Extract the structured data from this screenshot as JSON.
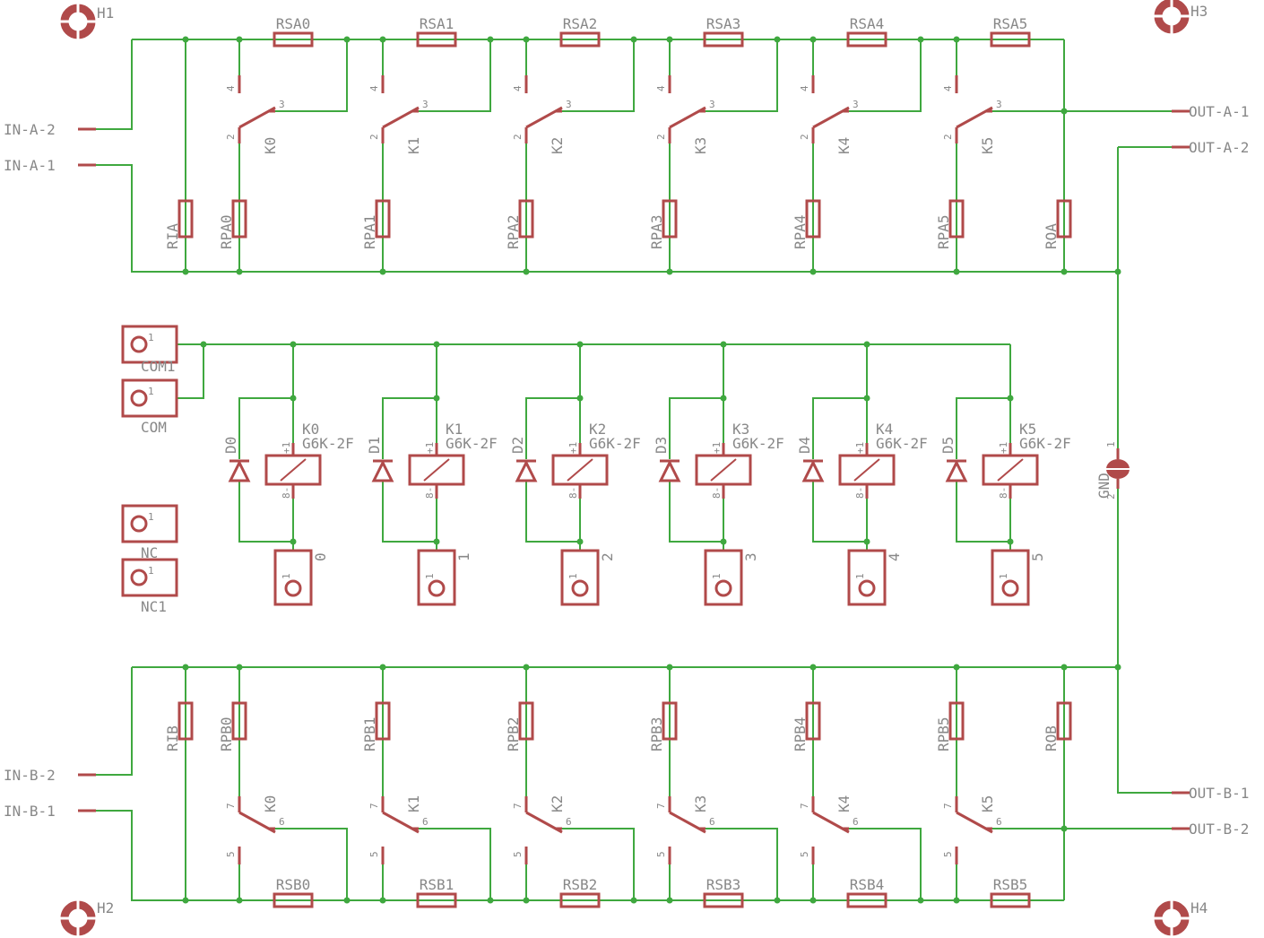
{
  "colors": {
    "wire": "#3fa83f",
    "part": "#b04a4a",
    "text": "#888888",
    "background": "#ffffff"
  },
  "mounting_holes": [
    "H1",
    "H2",
    "H3",
    "H4"
  ],
  "channel_a": {
    "series_resistors": [
      "RSA0",
      "RSA1",
      "RSA2",
      "RSA3",
      "RSA4",
      "RSA5"
    ],
    "parallel_resistors": [
      "RPA0",
      "RPA1",
      "RPA2",
      "RPA3",
      "RPA4",
      "RPA5"
    ],
    "relay_contacts": [
      "K0",
      "K1",
      "K2",
      "K3",
      "K4",
      "K5"
    ],
    "contact_pins": {
      "upper": "4",
      "common": "3",
      "lower": "2"
    },
    "input_resistor": "RIA",
    "output_resistor": "ROA",
    "inputs": [
      "IN-A-2",
      "IN-A-1"
    ],
    "outputs": [
      "OUT-A-1",
      "OUT-A-2"
    ]
  },
  "channel_b": {
    "series_resistors": [
      "RSB0",
      "RSB1",
      "RSB2",
      "RSB3",
      "RSB4",
      "RSB5"
    ],
    "parallel_resistors": [
      "RPB0",
      "RPB1",
      "RPB2",
      "RPB3",
      "RPB4",
      "RPB5"
    ],
    "relay_contacts": [
      "K0",
      "K1",
      "K2",
      "K3",
      "K4",
      "K5"
    ],
    "contact_pins": {
      "upper": "7",
      "common": "6",
      "lower": "5"
    },
    "input_resistor": "RIB",
    "output_resistor": "ROB",
    "inputs": [
      "IN-B-2",
      "IN-B-1"
    ],
    "outputs": [
      "OUT-B-1",
      "OUT-B-2"
    ]
  },
  "coils": {
    "relay_names": [
      "K0",
      "K1",
      "K2",
      "K3",
      "K4",
      "K5"
    ],
    "relay_type": "G6K-2F",
    "diodes": [
      "D0",
      "D1",
      "D2",
      "D3",
      "D4",
      "D5"
    ],
    "coil_pins": {
      "top": "+1",
      "bottom": "8-"
    },
    "driver_pads": [
      "0",
      "1",
      "2",
      "3",
      "4",
      "5"
    ]
  },
  "connectors": [
    {
      "name": "COM1",
      "pin": "1"
    },
    {
      "name": "COM",
      "pin": "1"
    },
    {
      "name": "NC",
      "pin": "1"
    },
    {
      "name": "NC1",
      "pin": "1"
    }
  ],
  "driver_pad_pin": "1",
  "ground": {
    "name": "GND",
    "pins": [
      "1",
      "2"
    ]
  }
}
